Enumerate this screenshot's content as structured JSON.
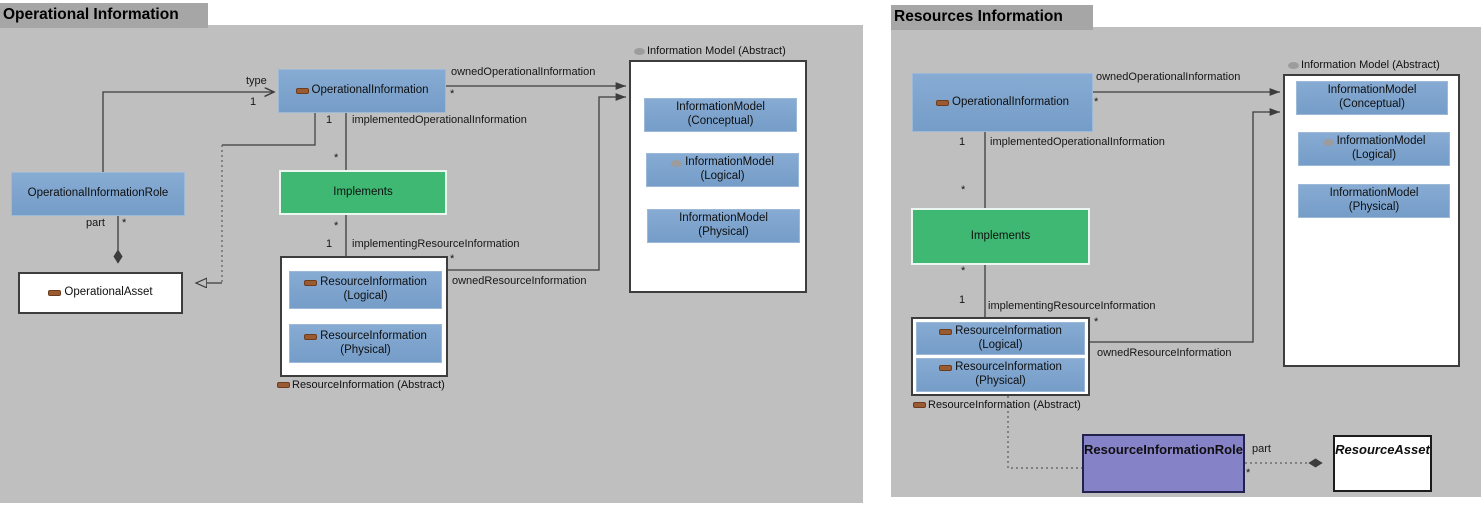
{
  "colors": {
    "panel_bg": "#bfbfbf",
    "title_bg": "#a6a6a6",
    "node_blue": "#7ca2cc",
    "node_green": "#3eb873",
    "node_purple": "#8682c8",
    "node_white": "#ffffff",
    "edge_line": "#3c3c3c",
    "icon_brown": "#9a5b32",
    "icon_gray": "#9c9c9c"
  },
  "left": {
    "title": "Operational Information",
    "nodes": {
      "operational_information": "OperationalInformation",
      "operational_information_role": "OperationalInformationRole",
      "operational_asset": "OperationalAsset",
      "implements": "Implements",
      "resource_info_container_label": "ResourceInformation (Abstract)",
      "ri_logical": {
        "line1": "ResourceInformation",
        "line2": "(Logical)"
      },
      "ri_physical": {
        "line1": "ResourceInformation",
        "line2": "(Physical)"
      },
      "info_model_label": "Information Model (Abstract)",
      "im_conceptual": {
        "line1": "InformationModel",
        "line2": "(Conceptual)"
      },
      "im_logical": {
        "line1": "InformationModel",
        "line2": "(Logical)"
      },
      "im_physical": {
        "line1": "InformationModel",
        "line2": "(Physical)"
      }
    },
    "edges": {
      "type": "type",
      "part": "part",
      "owned_operational_information": "ownedOperationalInformation",
      "implemented_operational_information": "implementedOperationalInformation",
      "implementing_resource_information": "implementingResourceInformation",
      "owned_resource_information": "ownedResourceInformation",
      "one": "1",
      "many": "*"
    }
  },
  "right": {
    "title": "Resources Information",
    "nodes": {
      "operational_information": "OperationalInformation",
      "implements": "Implements",
      "resource_info_container_label": "ResourceInformation (Abstract)",
      "ri_logical": {
        "line1": "ResourceInformation",
        "line2": "(Logical)"
      },
      "ri_physical": {
        "line1": "ResourceInformation",
        "line2": "(Physical)"
      },
      "info_model_label": "Information Model (Abstract)",
      "im_conceptual": {
        "line1": "InformationModel",
        "line2": "(Conceptual)"
      },
      "im_logical": {
        "line1": "InformationModel",
        "line2": "(Logical)"
      },
      "im_physical": {
        "line1": "InformationModel",
        "line2": "(Physical)"
      },
      "resource_information_role": "ResourceInformationRole",
      "resource_asset": "ResourceAsset"
    },
    "edges": {
      "part": "part",
      "owned_operational_information": "ownedOperationalInformation",
      "implemented_operational_information": "implementedOperationalInformation",
      "implementing_resource_information": "implementingResourceInformation",
      "owned_resource_information": "ownedResourceInformation",
      "one": "1",
      "many": "*"
    }
  }
}
